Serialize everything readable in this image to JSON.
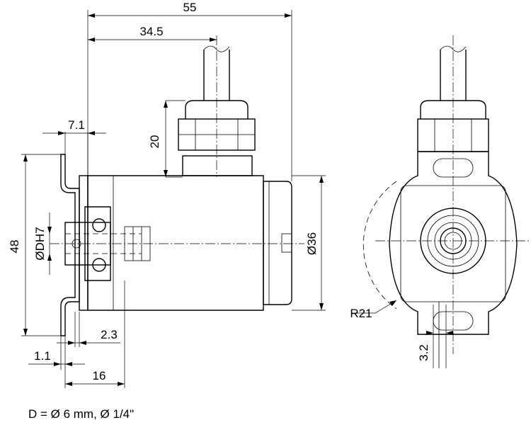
{
  "dimensions": {
    "overall_length": "55",
    "cable_offset": "34.5",
    "gland_height": "20",
    "shaft_offset": "7.1",
    "flange_height": "48",
    "bore": "ØDH7",
    "body_diameter": "Ø36",
    "flange_thickness": "2.3",
    "tolerance": "1.1",
    "shaft_length": "16",
    "radius": "R21",
    "slot_width": "3.2"
  },
  "note": "D = Ø 6 mm, Ø 1/4\""
}
